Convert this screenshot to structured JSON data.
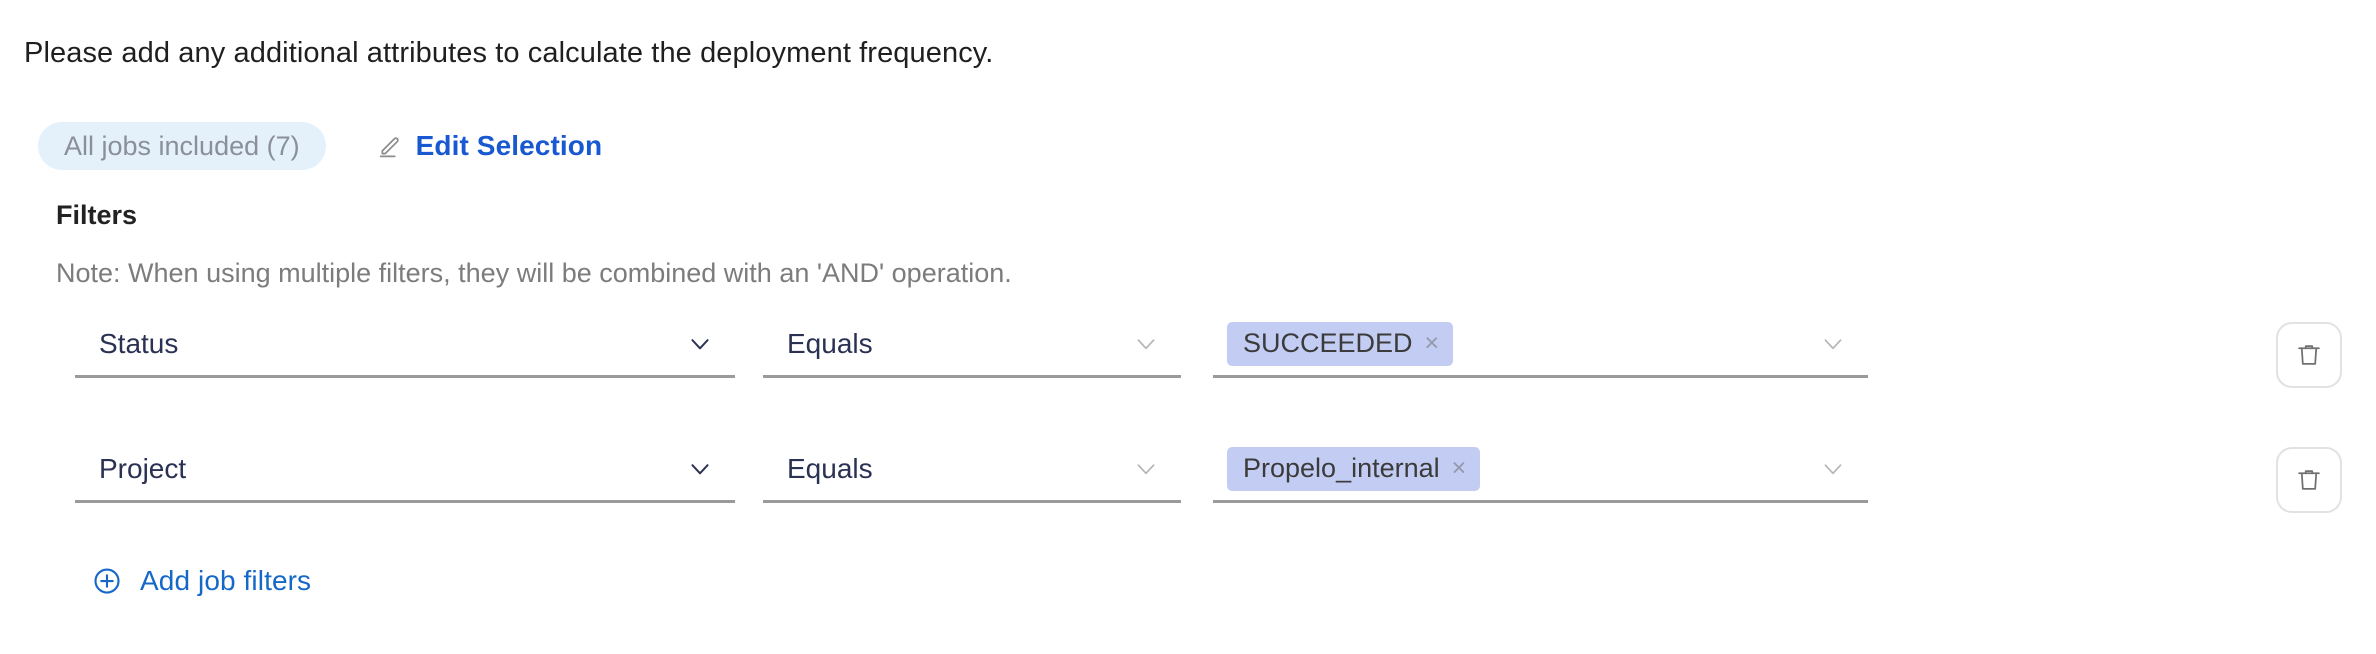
{
  "intro": {
    "text": "Please add any additional attributes to calculate the deployment frequency."
  },
  "selection": {
    "jobs_chip_label": "All jobs included (7)",
    "edit_label": "Edit Selection",
    "pencil_icon": "pencil-icon"
  },
  "filters": {
    "title": "Filters",
    "note": "Note: When using multiple filters, they will be combined with an 'AND' operation.",
    "add_label": "Add job filters",
    "add_icon": "plus-circle-icon",
    "delete_icon": "trash-icon",
    "chevron_icon": "chevron-down-icon",
    "remove_icon": "close-icon",
    "rows": [
      {
        "attribute": "Status",
        "operator": "Equals",
        "values": [
          "SUCCEEDED"
        ],
        "remove_label": "×"
      },
      {
        "attribute": "Project",
        "operator": "Equals",
        "values": [
          "Propelo_internal"
        ],
        "remove_label": "×"
      }
    ]
  },
  "colors": {
    "link_blue": "#1668c8",
    "edit_blue": "#1859d1",
    "jobs_chip_bg": "#e4f1fb",
    "jobs_chip_text": "#8a9099",
    "value_chip_bg": "#c3cdf3",
    "value_chip_text": "#3b3b3b",
    "field_text": "#2b3153",
    "underline": "#9a9a9a",
    "note_text": "#7c7c7c"
  }
}
